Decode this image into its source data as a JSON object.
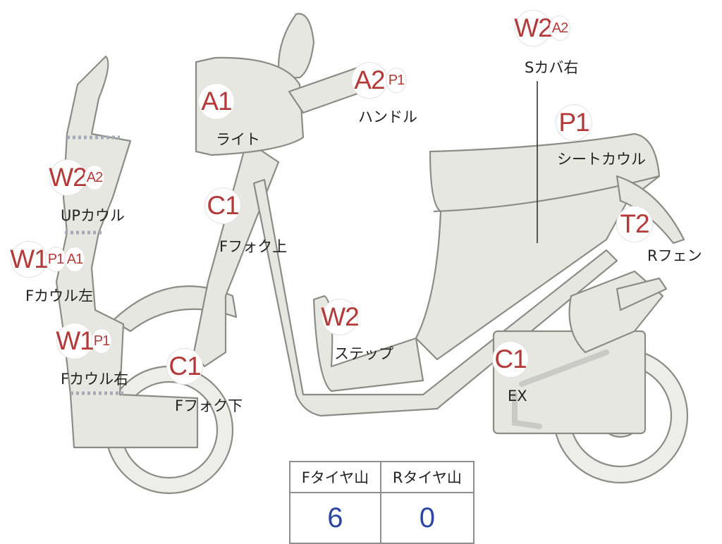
{
  "colors": {
    "body_fill": "#e7e7e2",
    "outline": "#8c8c86",
    "code_red": "#b43a3a",
    "value_blue": "#2c46a6"
  },
  "callouts": {
    "s_cover_right": {
      "codes": [
        "W2",
        "A2"
      ],
      "label": "Sカバ右"
    },
    "light": {
      "codes": [
        "A1"
      ],
      "label": "ライト"
    },
    "handle": {
      "codes": [
        "A2",
        "P1"
      ],
      "label": "ハンドル"
    },
    "seat_cowl": {
      "codes": [
        "P1"
      ],
      "label": "シートカウル"
    },
    "up_cowl": {
      "codes": [
        "W2",
        "A2"
      ],
      "label": "UPカウル"
    },
    "f_fork_upper": {
      "codes": [
        "C1"
      ],
      "label": "Fフォク上"
    },
    "r_fender": {
      "codes": [
        "T2"
      ],
      "label": "Rフェン"
    },
    "f_cowl_left": {
      "codes": [
        "W1",
        "P1",
        "A1"
      ],
      "label": "Fカウル左"
    },
    "step": {
      "codes": [
        "W2"
      ],
      "label": "ステップ"
    },
    "f_cowl_right": {
      "codes": [
        "W1",
        "P1"
      ],
      "label": "Fカウル右"
    },
    "exhaust": {
      "codes": [
        "C1"
      ],
      "label": "EX"
    },
    "f_fork_lower": {
      "codes": [
        "C1"
      ],
      "label": "Fフォク下"
    }
  },
  "tire_table": {
    "headers": [
      "Fタイヤ山",
      "Rタイヤ山"
    ],
    "values": [
      "6",
      "0"
    ]
  }
}
